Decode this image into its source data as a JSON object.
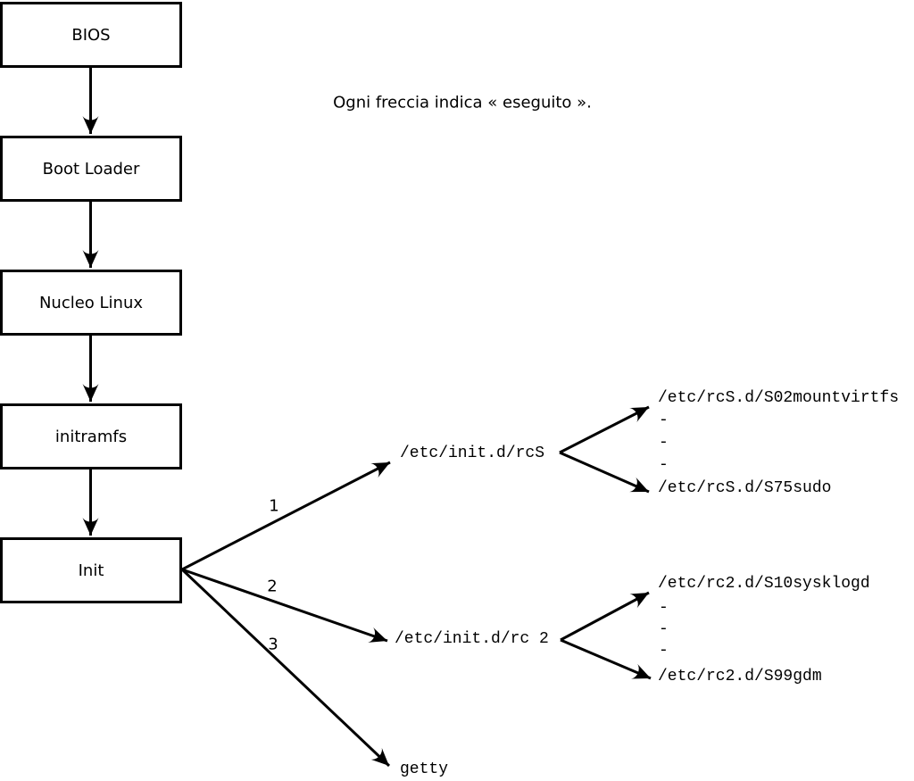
{
  "colors": {
    "ink": "#000000",
    "background": "#ffffff"
  },
  "caption": "Ogni freccia indica « eseguito ».",
  "boxes": [
    {
      "label": "BIOS"
    },
    {
      "label": "Boot Loader"
    },
    {
      "label": "Nucleo Linux"
    },
    {
      "label": "initramfs"
    },
    {
      "label": "Init"
    }
  ],
  "branches": [
    {
      "number": "1",
      "target": "/etc/init.d/rcS",
      "children": [
        "/etc/rcS.d/S02mountvirtfs",
        "-",
        "-",
        "-",
        "/etc/rcS.d/S75sudo"
      ]
    },
    {
      "number": "2",
      "target": "/etc/init.d/rc 2",
      "children": [
        "/etc/rc2.d/S10sysklogd",
        "-",
        "-",
        "-",
        "/etc/rc2.d/S99gdm"
      ]
    },
    {
      "number": "3",
      "target": "getty",
      "children": []
    }
  ]
}
